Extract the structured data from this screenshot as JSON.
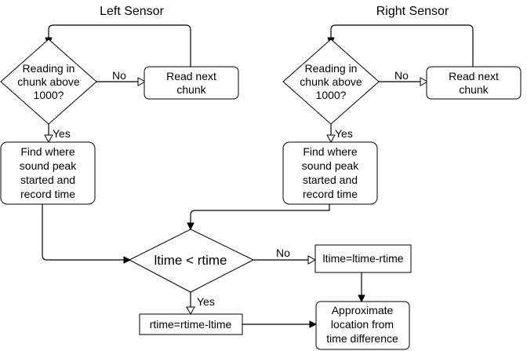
{
  "titles": {
    "left": "Left Sensor",
    "right": "Right Sensor"
  },
  "left": {
    "decision": [
      "Reading in",
      "chunk above",
      "1000?"
    ],
    "read_next": [
      "Read next",
      "chunk"
    ],
    "find_peak": [
      "Find where",
      "sound peak",
      "started and",
      "record time"
    ],
    "no_label": "No",
    "yes_label": "Yes"
  },
  "right": {
    "decision": [
      "Reading in",
      "chunk above",
      "1000?"
    ],
    "read_next": [
      "Read next",
      "chunk"
    ],
    "find_peak": [
      "Find where",
      "sound peak",
      "started and",
      "record time"
    ],
    "no_label": "No",
    "yes_label": "Yes"
  },
  "compare": {
    "decision": "ltime < rtime",
    "no_label": "No",
    "yes_label": "Yes",
    "no_action": "ltime=ltime-rtime",
    "yes_action": "rtime=rtime-ltime",
    "result": [
      "Approximate",
      "location from",
      "time difference"
    ]
  }
}
